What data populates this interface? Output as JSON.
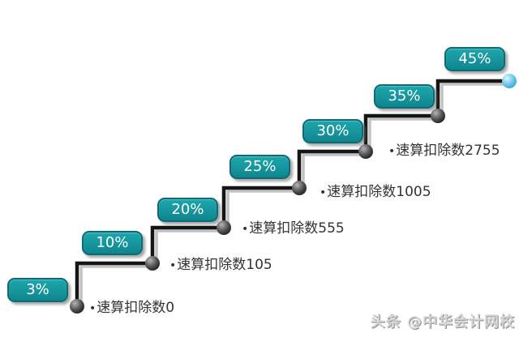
{
  "diagram": {
    "type": "step-up-staircase",
    "bullet": "•",
    "steps": [
      {
        "rate": "3%",
        "deduction": "速算扣除数0"
      },
      {
        "rate": "10%",
        "deduction": "速算扣除数105"
      },
      {
        "rate": "20%",
        "deduction": "速算扣除数555"
      },
      {
        "rate": "25%",
        "deduction": "速算扣除数1005"
      },
      {
        "rate": "30%",
        "deduction": "速算扣除数2755"
      },
      {
        "rate": "35%"
      },
      {
        "rate": "45%"
      }
    ],
    "colors": {
      "badge_fill": "#17959c",
      "badge_border": "#0b6a75",
      "badge_text": "#ffffff",
      "line": "#151515",
      "line_shadow": "#c2c2c2",
      "node_dark": "#3a3a3a",
      "node_end": "#5bc0e8",
      "label_text": "#333333"
    }
  },
  "watermark": {
    "text": "头条 @中华会计网校"
  }
}
